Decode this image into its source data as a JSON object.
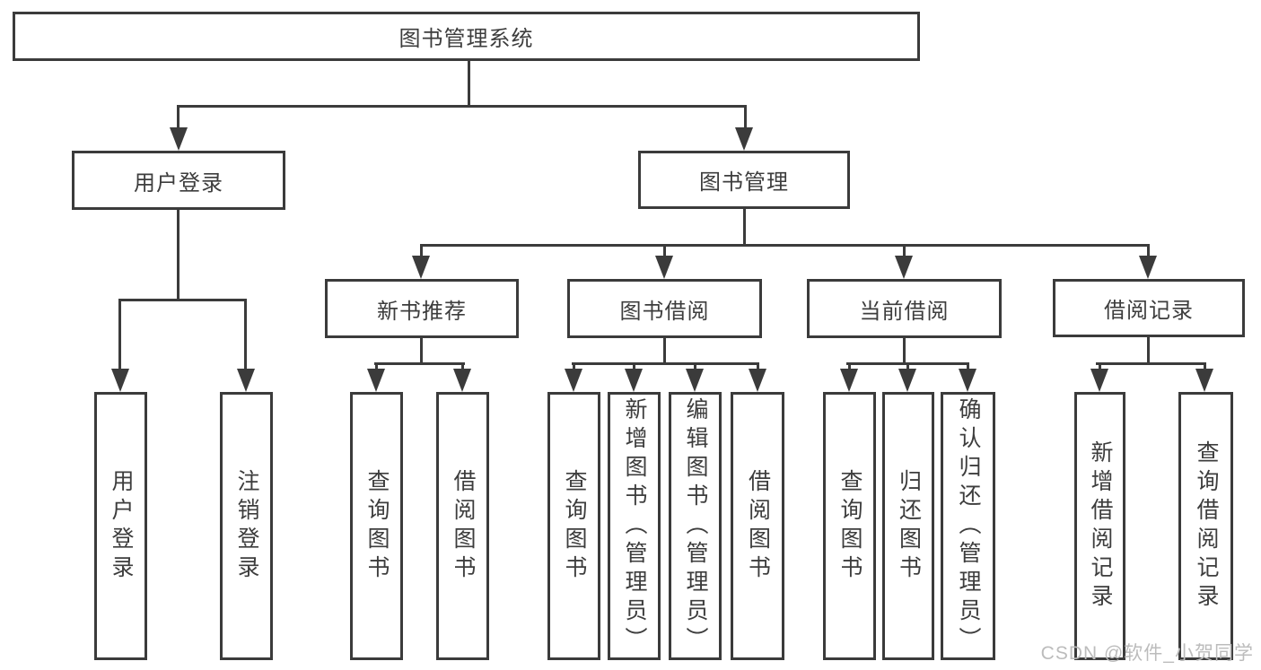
{
  "diagram": {
    "root": {
      "label": "图书管理系统"
    },
    "branches": [
      {
        "id": "user-login",
        "label": "用户登录"
      },
      {
        "id": "book-management",
        "label": "图书管理"
      }
    ],
    "groups": [
      {
        "id": "new-book-recommend",
        "label": "新书推荐"
      },
      {
        "id": "book-borrow",
        "label": "图书借阅"
      },
      {
        "id": "current-borrow",
        "label": "当前借阅"
      },
      {
        "id": "borrow-records",
        "label": "借阅记录"
      }
    ],
    "leaves": [
      {
        "label": "用户登录"
      },
      {
        "label": "注销登录"
      },
      {
        "label": "查询图书"
      },
      {
        "label": "借阅图书"
      },
      {
        "label": "查询图书"
      },
      {
        "label": "新增图书（管理员）"
      },
      {
        "label": "编辑图书（管理员）"
      },
      {
        "label": "借阅图书"
      },
      {
        "label": "查询图书"
      },
      {
        "label": "归还图书"
      },
      {
        "label": "确认归还（管理员）"
      },
      {
        "label": "新增借阅记录"
      },
      {
        "label": "查询借阅记录"
      }
    ],
    "colors": {
      "line": "#3b3b3b",
      "text": "#3d3d3d",
      "box_fill": "#ffffff",
      "background": "#ffffff",
      "watermark": "#bcbcbc"
    }
  },
  "watermark": {
    "text": "CSDN @软件_小贺同学"
  }
}
